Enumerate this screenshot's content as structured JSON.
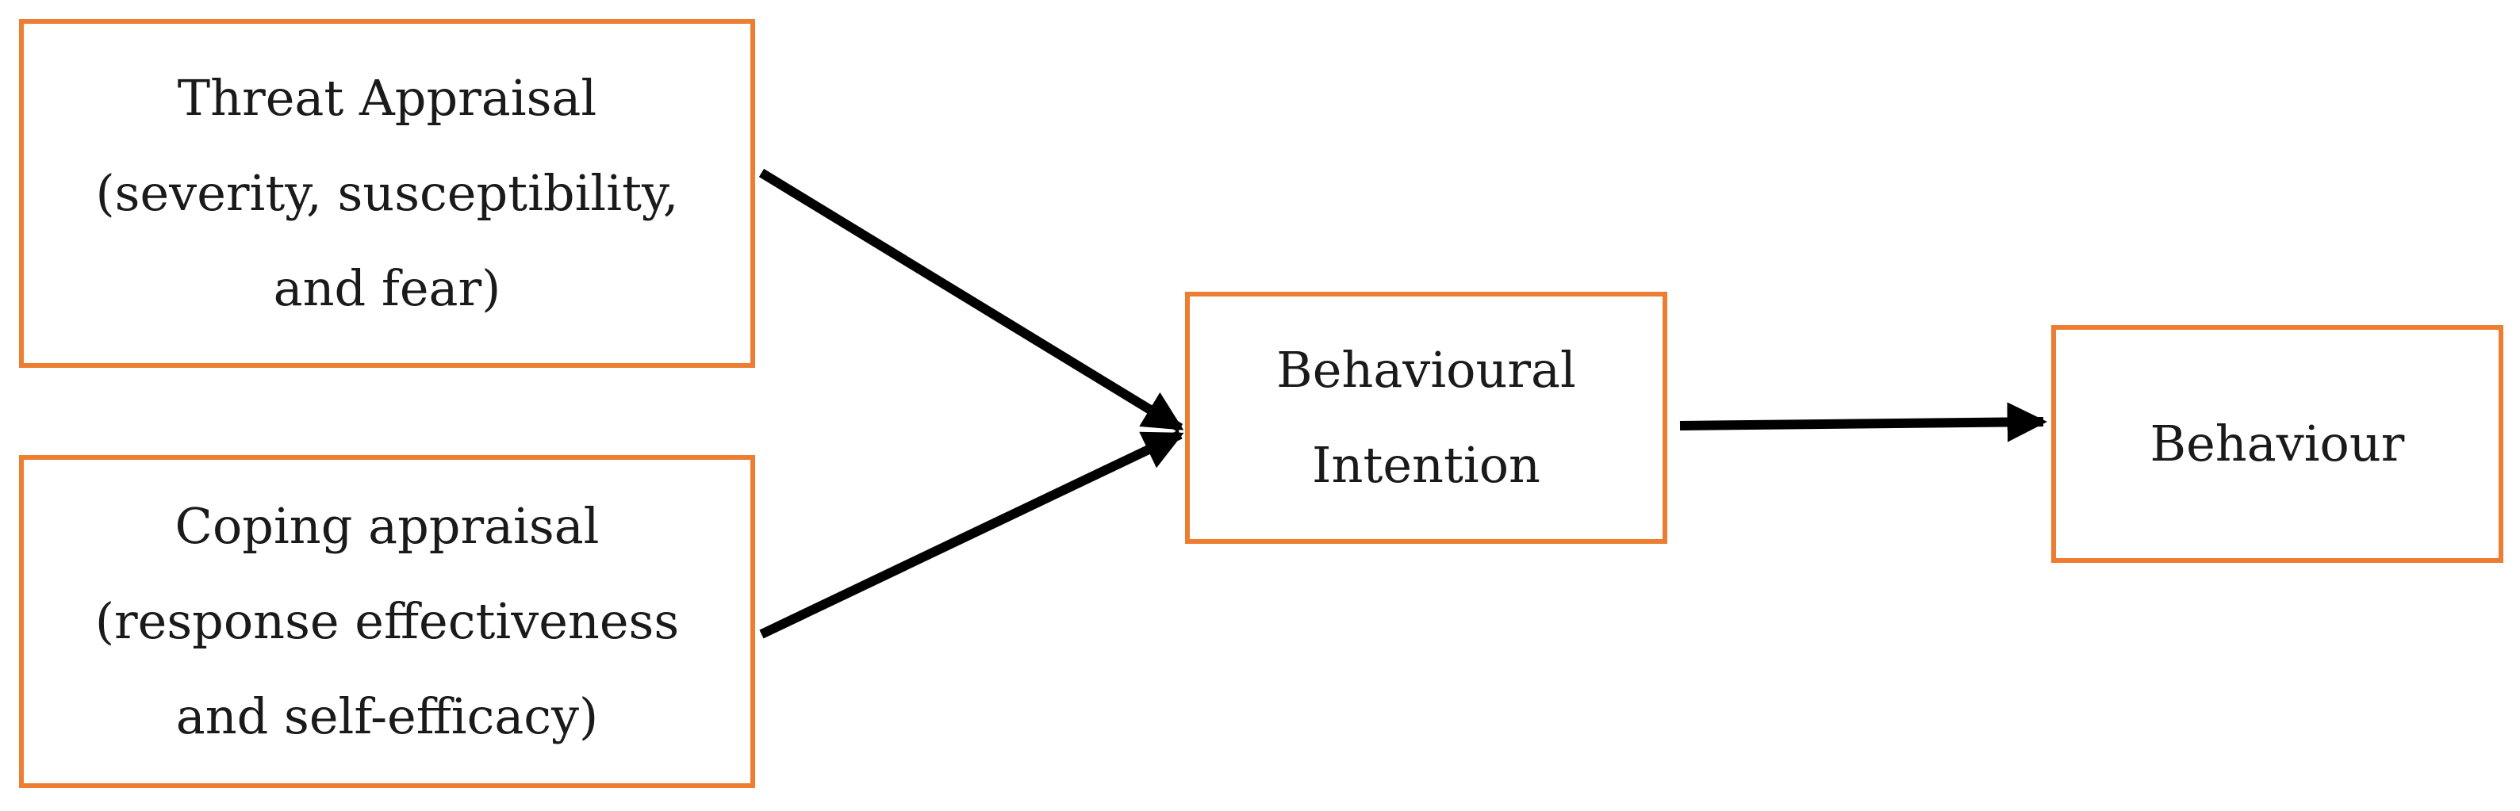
{
  "colors": {
    "box_border": "#ed7d31",
    "arrow": "#000000"
  },
  "nodes": {
    "threat_appraisal": {
      "lines": [
        "Threat Appraisal",
        "(severity, susceptibility,",
        "and fear)"
      ]
    },
    "coping_appraisal": {
      "lines": [
        "Coping appraisal",
        "(response effectiveness",
        "and self-efficacy)"
      ]
    },
    "behavioural_intention": {
      "lines": [
        "Behavioural",
        "Intention"
      ]
    },
    "behaviour": {
      "lines": [
        "Behaviour"
      ]
    }
  },
  "edges": [
    {
      "from": "threat_appraisal",
      "to": "behavioural_intention"
    },
    {
      "from": "coping_appraisal",
      "to": "behavioural_intention"
    },
    {
      "from": "behavioural_intention",
      "to": "behaviour"
    }
  ]
}
